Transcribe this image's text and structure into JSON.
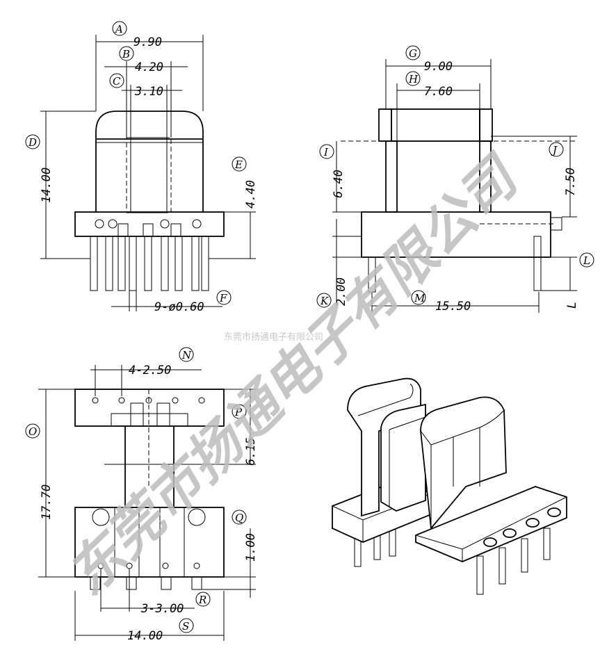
{
  "front_view": {
    "A_label": "A",
    "A_value": "9.90",
    "B_label": "B",
    "B_value": "4.20",
    "C_label": "C",
    "C_value": "3.10",
    "D_label": "D",
    "D_value": "14.00",
    "E_label": "E",
    "E_value": "4.40",
    "F_label": "F",
    "F_value": "9-ø0.60"
  },
  "side_view": {
    "G_label": "G",
    "G_value": "9.00",
    "H_label": "H",
    "H_value": "7.60",
    "I_label": "I",
    "I_value": "6.40",
    "J_label": "J",
    "J_value": "7.50",
    "K_label": "K",
    "K_value": "2.00",
    "L_label": "L",
    "L_value": "L",
    "M_label": "M",
    "M_value": "15.50"
  },
  "bottom_view": {
    "N_label": "N",
    "N_value": "4-2.50",
    "O_label": "O",
    "O_value": "17.70",
    "P_label": "P",
    "P_value": "6.15",
    "Q_label": "Q",
    "Q_value": "1.00",
    "R_label": "R",
    "R_value": "3-3.00",
    "S_label": "S",
    "S_value": "14.00"
  },
  "watermark": {
    "large": "东莞市扬通电子有限公司",
    "small": "东莞市扬通电子有限公司"
  }
}
